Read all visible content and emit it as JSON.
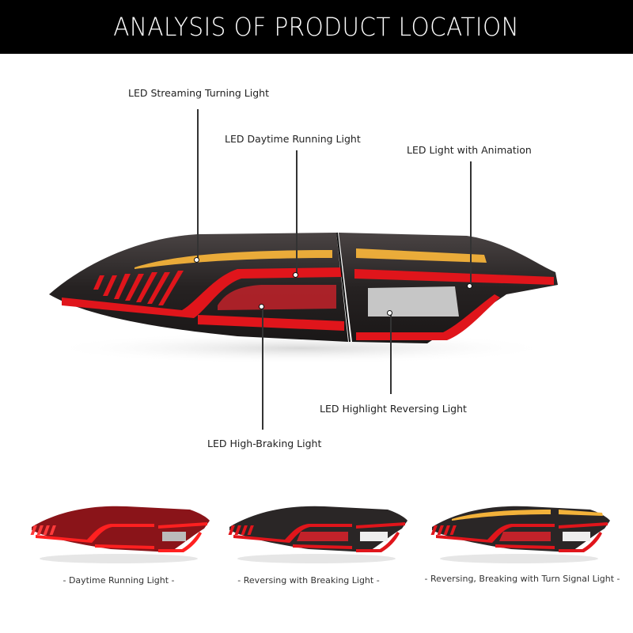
{
  "header": {
    "title": "ANALYSIS OF PRODUCT LOCATION"
  },
  "main_diagram": {
    "labels": [
      {
        "id": "streaming-turning",
        "text": "LED Streaming Turning Light"
      },
      {
        "id": "daytime-running",
        "text": "LED Daytime Running Light"
      },
      {
        "id": "animation",
        "text": "LED Light with Animation"
      },
      {
        "id": "highlight-reversing",
        "text": "LED Highlight Reversing Light"
      },
      {
        "id": "high-braking",
        "text": "LED High-Braking  Light"
      }
    ],
    "colors": {
      "housing": "#2a2626",
      "red_led": "#e0151b",
      "amber_led": "#f3b23a",
      "white_led": "#f2f2f2"
    }
  },
  "variants": [
    {
      "caption": "- Daytime Running Light -"
    },
    {
      "caption": "- Reversing with Breaking Light -"
    },
    {
      "caption": "- Reversing, Breaking with Turn Signal Light -"
    }
  ]
}
